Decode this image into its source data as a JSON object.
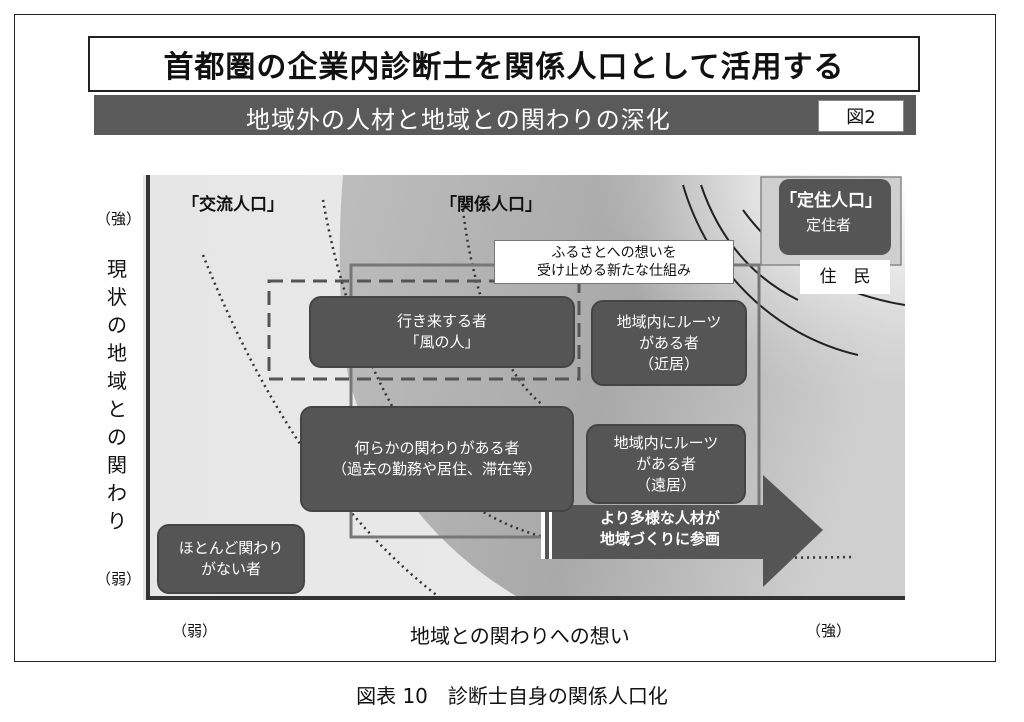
{
  "title": "首都圏の企業内診断士を関係人口として活用する",
  "subtitle": "地域外の人材と地域との関わりの深化",
  "figure_tag": "図2",
  "axes": {
    "y_label": "現状の地域との関わり",
    "y_strong": "（強）",
    "y_weak": "（弱）",
    "x_label": "地域との関わりへの想い",
    "x_weak": "（弱）",
    "x_strong": "（強）"
  },
  "categories": {
    "koryu": "「交流人口」",
    "kankei": "「関係人口」",
    "teiju": "「定住人口」"
  },
  "boxes": {
    "teiju_sub": "定住者",
    "jumin": "住　民",
    "furusato_line1": "ふるさとへの想いを",
    "furusato_line2": "受け止める新たな仕組み",
    "kaze_line1": "行き来する者",
    "kaze_line2": "「風の人」",
    "kinkyo_line1": "地域内にルーツ",
    "kinkyo_line2": "がある者",
    "kinkyo_line3": "（近居）",
    "nanraka_line1": "何らかの関わりがある者",
    "nanraka_line2": "（過去の勤務や居住、滞在等）",
    "enkyo_line1": "地域内にルーツ",
    "enkyo_line2": "がある者",
    "enkyo_line3": "（遠居）",
    "hotondo_line1": "ほとんど関わり",
    "hotondo_line2": "がない者",
    "arrow_line1": "より多様な人材が",
    "arrow_line2": "地域づくりに参画"
  },
  "caption": "図表 10　診断士自身の関係人口化"
}
